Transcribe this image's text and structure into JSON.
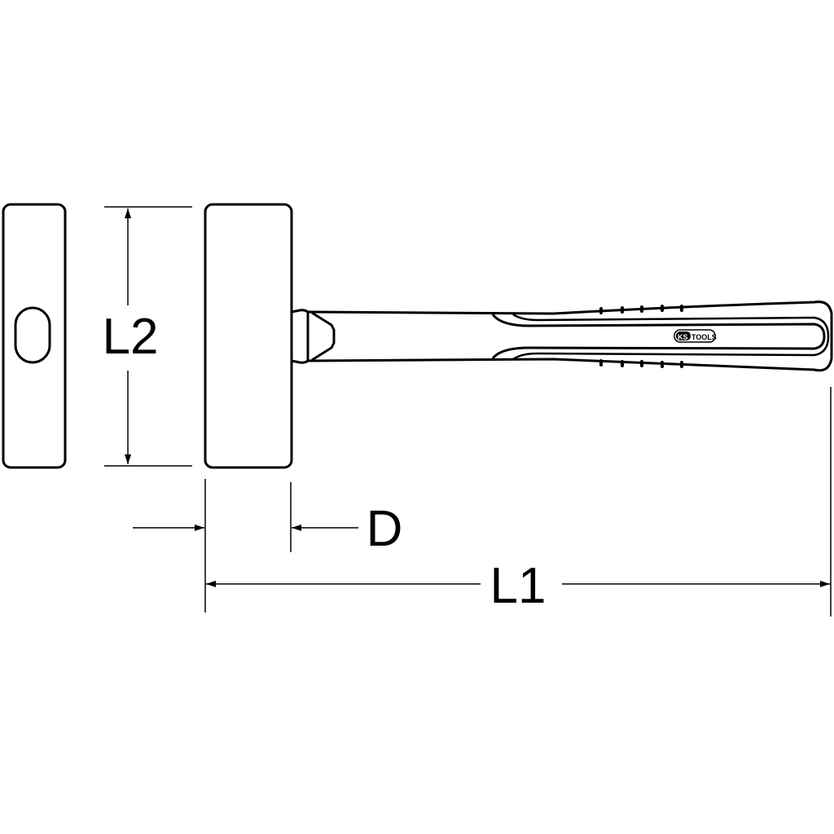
{
  "labels": {
    "height": "L2",
    "diameter": "D",
    "length": "L1"
  },
  "logo": {
    "ks": "KS",
    "tools": "TOOLS"
  },
  "colors": {
    "line": "#000000",
    "background": "#ffffff"
  }
}
